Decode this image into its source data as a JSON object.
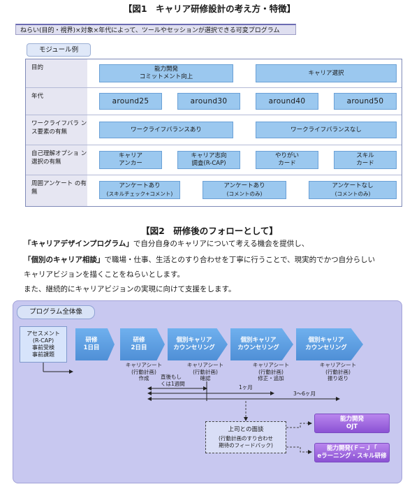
{
  "fig1": {
    "title": "【図1　キャリア研修設計の考え方・特徴】",
    "banner": "ねらい(目的・視界)×対象×年代によって、ツールやセッションが選択できる可変プログラム",
    "module_label": "モジュール例",
    "rows": [
      {
        "label": "目的",
        "cells": [
          [
            "能力開発",
            "コミットメント向上"
          ],
          [
            "キャリア選択"
          ]
        ]
      },
      {
        "label": "年代",
        "cells": [
          [
            "around25"
          ],
          [
            "around30"
          ],
          [
            "around40"
          ],
          [
            "around50"
          ]
        ]
      },
      {
        "label": "ワークライフバラ ンス要素の有無",
        "cells": [
          [
            "ワークライフバランスあり"
          ],
          [
            "ワークライフバランスなし"
          ]
        ]
      },
      {
        "label": "自己理解オプショ ン選択の有無",
        "cells": [
          [
            "キャリア",
            "アンカー"
          ],
          [
            "キャリア志向",
            "調査(R-CAP)"
          ],
          [
            "やりがい",
            "カード"
          ],
          [
            "スキル",
            "カード"
          ]
        ]
      },
      {
        "label": "周囲アンケート の有無",
        "cells": [
          [
            "アンケートあり",
            "(スキルチェック+コメント)"
          ],
          [
            "アンケートあり",
            "(コメントのみ)"
          ],
          [
            "アンケートなし",
            "(コメントのみ)"
          ]
        ]
      }
    ]
  },
  "fig2": {
    "title": "【図2　研修後のフォローとして】",
    "para1_b1": "「キャリアデザインプログラム」",
    "para1_t1": "で自分自身のキャリアについて考える機会を提供し、",
    "para2_b1": "「個別のキャリア相談」",
    "para2_t1": "で職場・仕事、生活とのすり合わせを丁寧に行うことで、現実的でかつ自分らしい",
    "para3": "キャリアビジョンを描くことをねらいとします。",
    "para4": "また、継続的にキャリアビジョンの実現に向けて支援をします。",
    "overview_label": "プログラム全体像",
    "pre": [
      "アセスメント",
      "(R-CAP)",
      "事前受検",
      "事前課題"
    ],
    "stages": [
      [
        "研修",
        "1日目"
      ],
      [
        "研修",
        "2日目"
      ],
      [
        "個別キャリア",
        "カウンセリング"
      ],
      [
        "個別キャリア",
        "カウンセリング"
      ],
      [
        "個別キャリア",
        "カウンセリング"
      ]
    ],
    "notes": [
      [
        "キャリアシート",
        "(行動計画)",
        "作成"
      ],
      [
        "キャリアシート",
        "(行動計画)",
        "確認"
      ],
      [
        "キャリアシート",
        "(行動計画)",
        "修正・追加"
      ],
      [
        "キャリアシート",
        "(行動計画)",
        "振り返り"
      ]
    ],
    "timing_a": [
      "直後もし",
      "くは1週間"
    ],
    "timing_b": "1ヶ月",
    "timing_c": "3～6ヶ月",
    "meet": [
      "上司との面談",
      "(行動計画のすり合わせ",
      "期待のフィードバック)"
    ],
    "out1": [
      "能力開発",
      "OJT"
    ],
    "out2": [
      "能力開発(Ｆ－Ｊ「",
      "eラーニング・スキル研修"
    ]
  },
  "colors": {
    "cell": "#9bc8ef",
    "chevron": "#4f8fd6",
    "overview": "#c8c8f0",
    "purple": "#8b52d4"
  }
}
